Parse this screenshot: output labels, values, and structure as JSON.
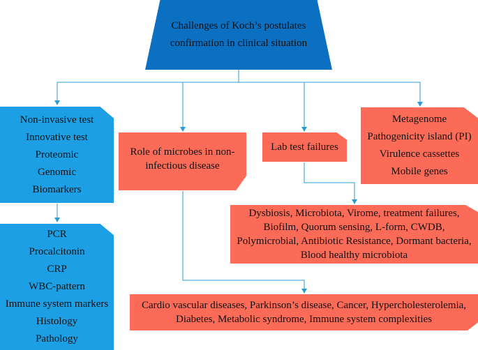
{
  "title_lines": [
    "Challenges of Koch’s postulates",
    "confirmation in clinical situation"
  ],
  "colors": {
    "title_box": "#0b6fc2",
    "blue_box": "#1c9fe5",
    "red_box": "#fb6b58",
    "connector": "#2a9bd8"
  },
  "diagnostic_tests": [
    "Non-invasive test",
    "Innovative test",
    "Proteomic",
    "Genomic",
    "Biomarkers"
  ],
  "clinical_markers": [
    "PCR",
    "Procalcitonin",
    "CRP",
    "WBC-pattern",
    "Immune system markers",
    "Histology",
    "Pathology"
  ],
  "role_of_microbes": "Role of microbes in non-infectious disease",
  "lab_test_failures": "Lab test failures",
  "genetic_factors": [
    "Metagenome",
    "Pathogenicity island (PI)",
    "Virulence cassettes",
    "Mobile genes"
  ],
  "failure_causes": [
    "Dysbiosis, Microbiota, Virome, treatment failures,",
    "Biofilm, Quorum sensing, L-form, CWDB,",
    "Polymicrobial, Antibiotic Resistance, Dormant bacteria,",
    "Blood healthy microbiota"
  ],
  "diseases": [
    "Cardio vascular diseases, Parkinson’s disease, Cancer, Hypercholesterolemia,",
    "Diabetes, Metabolic syndrome, Immune system complexities"
  ]
}
